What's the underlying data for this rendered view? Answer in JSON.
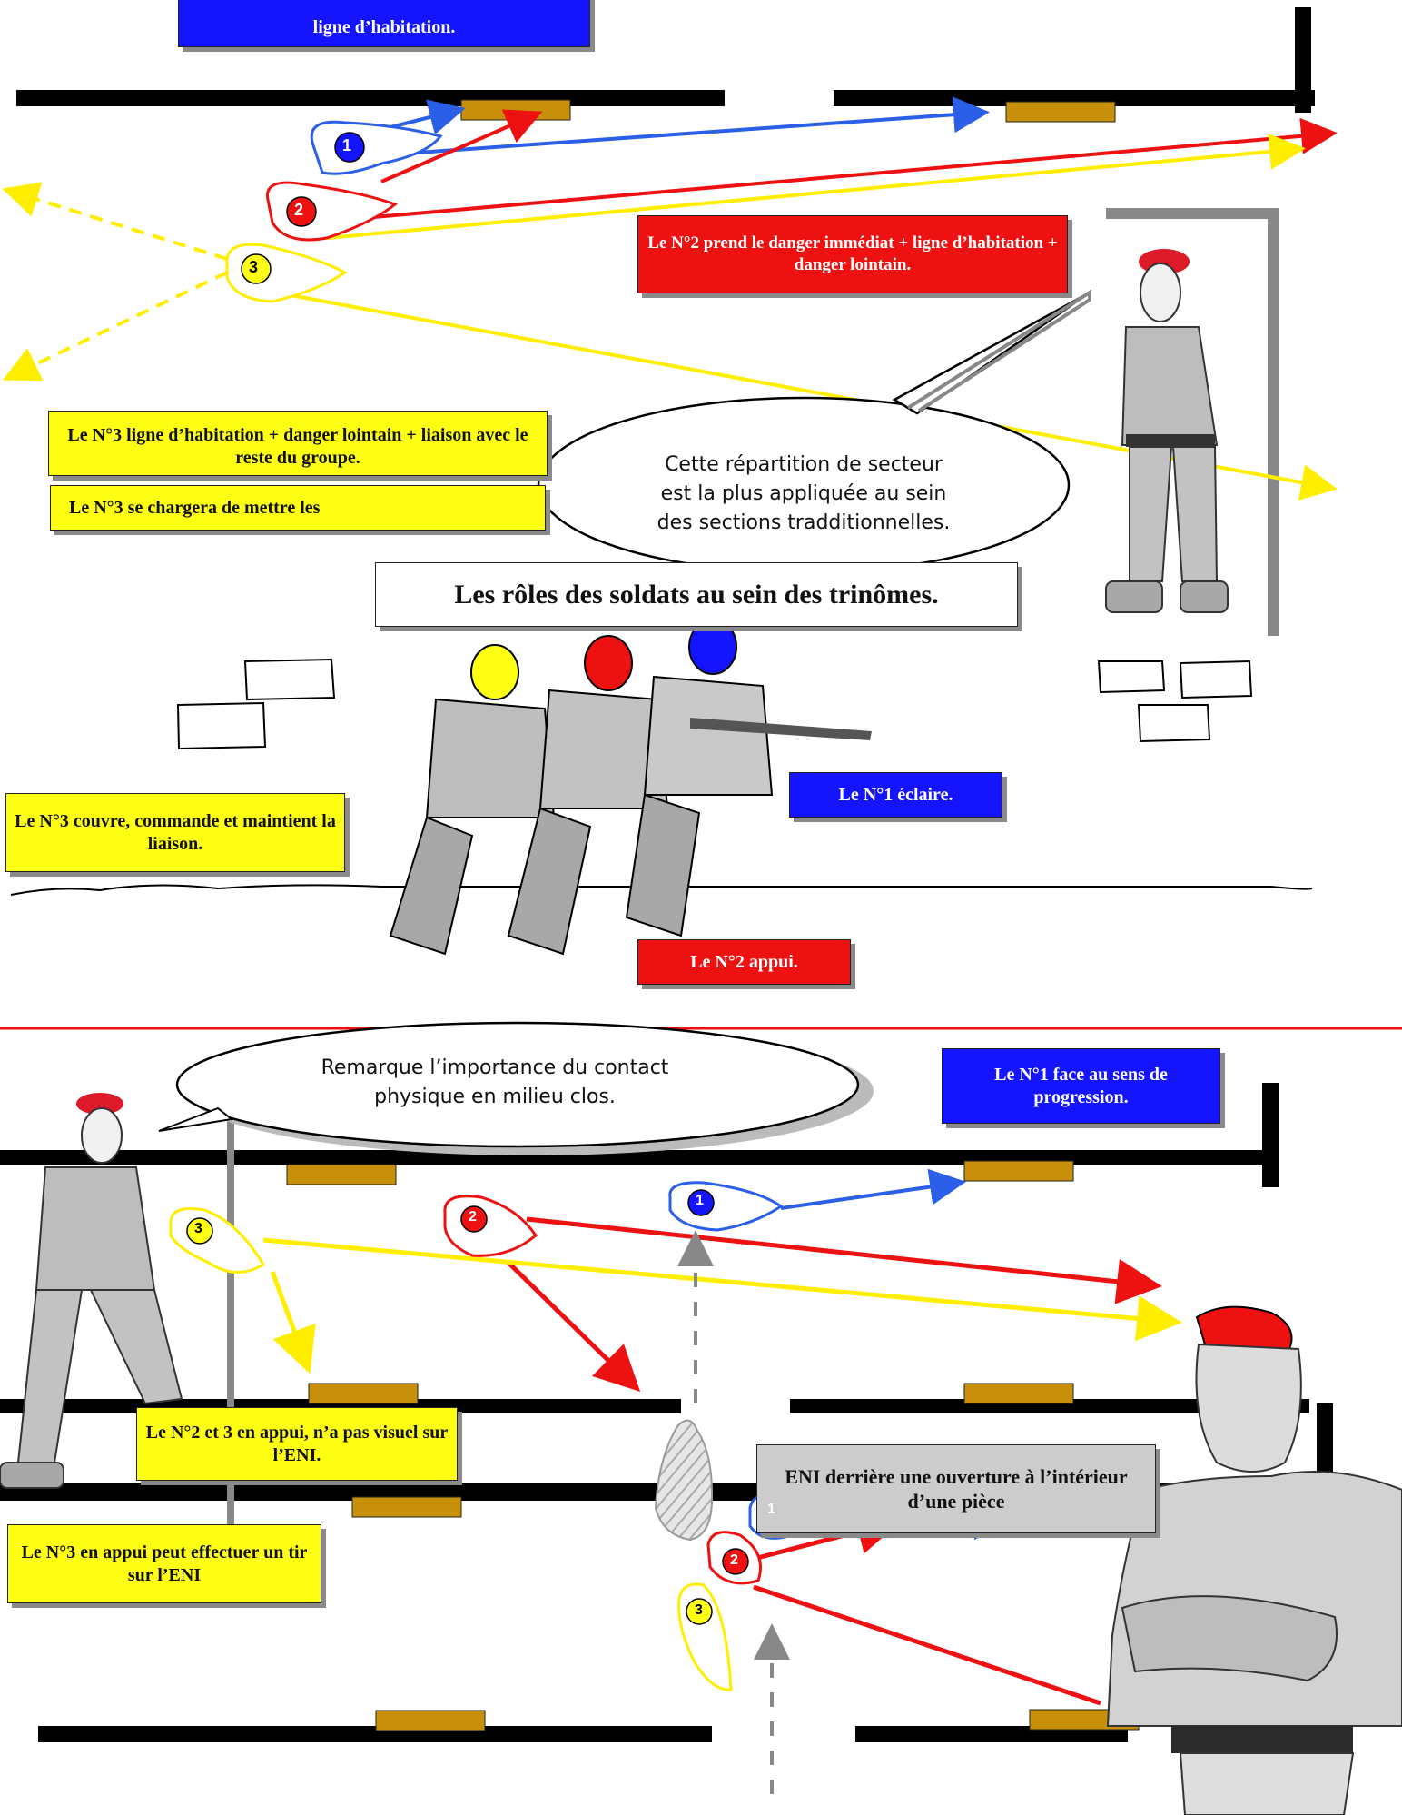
{
  "top_box_partial": "ligne d’habitation.",
  "n2_top_box": "Le N°2 prend le danger immédiat + ligne d’habitation + danger lointain.",
  "n3_top_box": "Le N°3 ligne d’habitation + danger lointain + liaison avec le reste du groupe.",
  "n3_second_box": "Le N°3 se chargera de mettre les",
  "speech_1": "Cette répartition de secteur est la plus appliquée au sein des sections tradditionnelles.",
  "title": "Les rôles des soldats au sein des trinômes.",
  "n1_role": "Le N°1 éclaire.",
  "n3_role": "Le N°3 couvre, commande et maintient la liaison.",
  "n2_role": "Le N°2 appui.",
  "speech_2": "Remarque l’importance du contact physique en milieu clos.",
  "n1_face": "Le N°1 face au sens de progression.",
  "n2_n3_support": "Le N°2 et 3 en appui, n’a pas visuel sur l’ENI.",
  "eni_box": "ENI derrière une ouverture à l’intérieur d’une pièce",
  "n3_support_fire": "Le N°3 en appui peut effectuer un tir sur l’ENI",
  "soldier_numbers": [
    "1",
    "2",
    "3"
  ],
  "colors": {
    "blue": "#1414ff",
    "red": "#ee1111",
    "yellow": "#ffff14",
    "window": "#c8900a",
    "beret": "#dd1a2a"
  }
}
